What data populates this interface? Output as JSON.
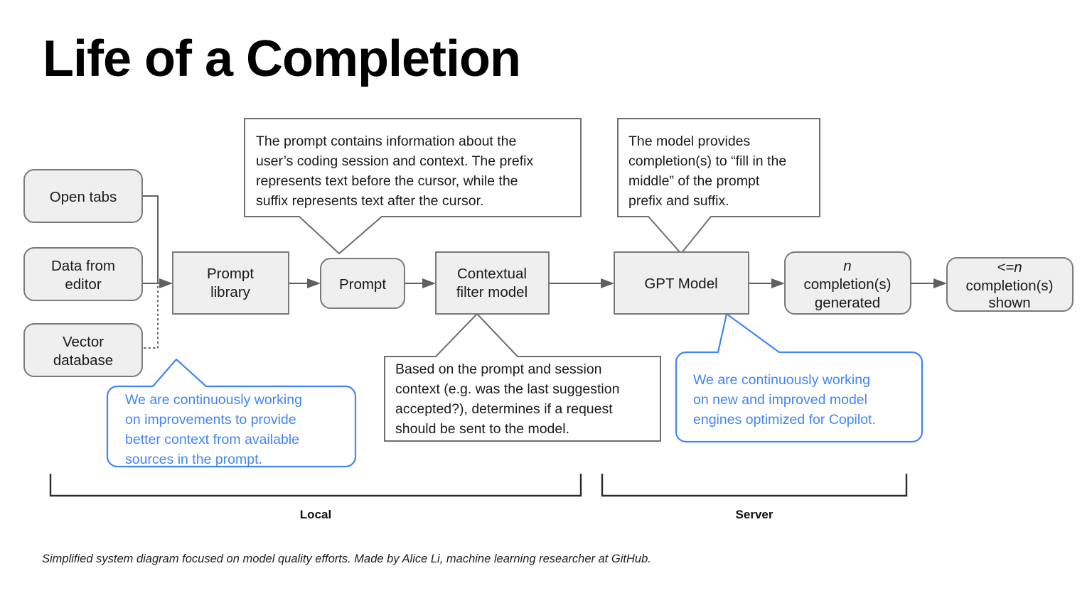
{
  "title": "Life of a Completion",
  "footnote": "Simplified system diagram focused on model quality efforts. Made by Alice Li, machine learning researcher at GitHub.",
  "colors": {
    "accent_blue": "#4285f4",
    "node_fill": "#efefef",
    "node_border": "#7a7a7a",
    "connector": "#5f5f5f",
    "text": "#1a1a1a"
  },
  "nodes": {
    "open_tabs": {
      "label": "Open tabs",
      "shape": "rounded"
    },
    "data_from_editor": {
      "line1": "Data from",
      "line2": "editor",
      "shape": "rounded"
    },
    "vector_database": {
      "line1": "Vector",
      "line2": "database",
      "shape": "rounded"
    },
    "prompt_library": {
      "line1": "Prompt",
      "line2": "library",
      "shape": "rect"
    },
    "prompt": {
      "label": "Prompt",
      "shape": "rounded"
    },
    "contextual_filter_model": {
      "line1": "Contextual",
      "line2": "filter model",
      "shape": "rect"
    },
    "gpt_model": {
      "label": "GPT Model",
      "shape": "rect"
    },
    "completions_generated": {
      "line1": "n",
      "line2": "completion(s)",
      "line3": "generated",
      "shape": "rounded"
    },
    "completions_shown": {
      "line1": "<=n",
      "line2": "completion(s)",
      "line3": "shown",
      "shape": "rounded"
    }
  },
  "callouts": {
    "prompt_contents": {
      "style": "white",
      "lines": [
        "The prompt contains information about the",
        "user’s coding session and context. The prefix",
        "represents text before the cursor, while the",
        "suffix represents text after the cursor."
      ]
    },
    "model_provides": {
      "style": "white",
      "lines": [
        "The model provides",
        "completion(s) to “fill in the",
        "middle” of the prompt",
        "prefix and suffix."
      ]
    },
    "filter_explanation": {
      "style": "white",
      "lines": [
        "Based on the prompt and session",
        "context (e.g. was the last suggestion",
        "accepted?), determines if a request",
        "should be sent to the model."
      ]
    },
    "context_improvements": {
      "style": "blue",
      "lines": [
        "We are continuously working",
        "on improvements to provide",
        "better context from available",
        "sources in the prompt."
      ]
    },
    "model_engines": {
      "style": "blue",
      "lines": [
        "We are continuously working",
        "on new and improved model",
        "engines optimized for Copilot."
      ]
    }
  },
  "brackets": {
    "local": {
      "label": "Local"
    },
    "server": {
      "label": "Server"
    }
  }
}
